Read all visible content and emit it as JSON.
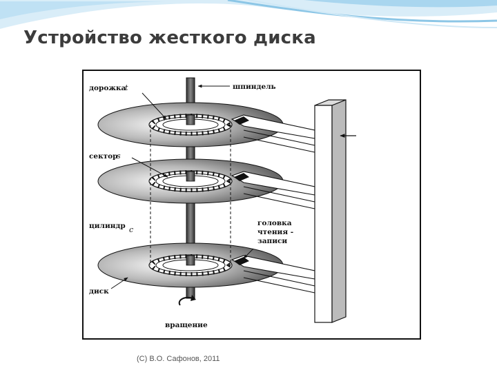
{
  "slide": {
    "title": "Устройство жесткого диска",
    "footer": "(C) В.О. Сафонов, 2011"
  },
  "diagram": {
    "labels": {
      "track": "дорожка",
      "track_var": "t",
      "spindle": "шпиндель",
      "sector": "сектор",
      "sector_var": "s",
      "cylinder": "цилиндр",
      "cylinder_var": "c",
      "head_line1": "головка",
      "head_line2": "чтения -",
      "head_line3": "записи",
      "disk": "диск",
      "rotation": "вращение"
    }
  },
  "colors": {
    "header_wave": "#8cc6e6",
    "title_text": "#3c3c3c",
    "platter_dark": "#555555",
    "platter_light": "#e8e8e8",
    "figure_border": "#111111"
  }
}
